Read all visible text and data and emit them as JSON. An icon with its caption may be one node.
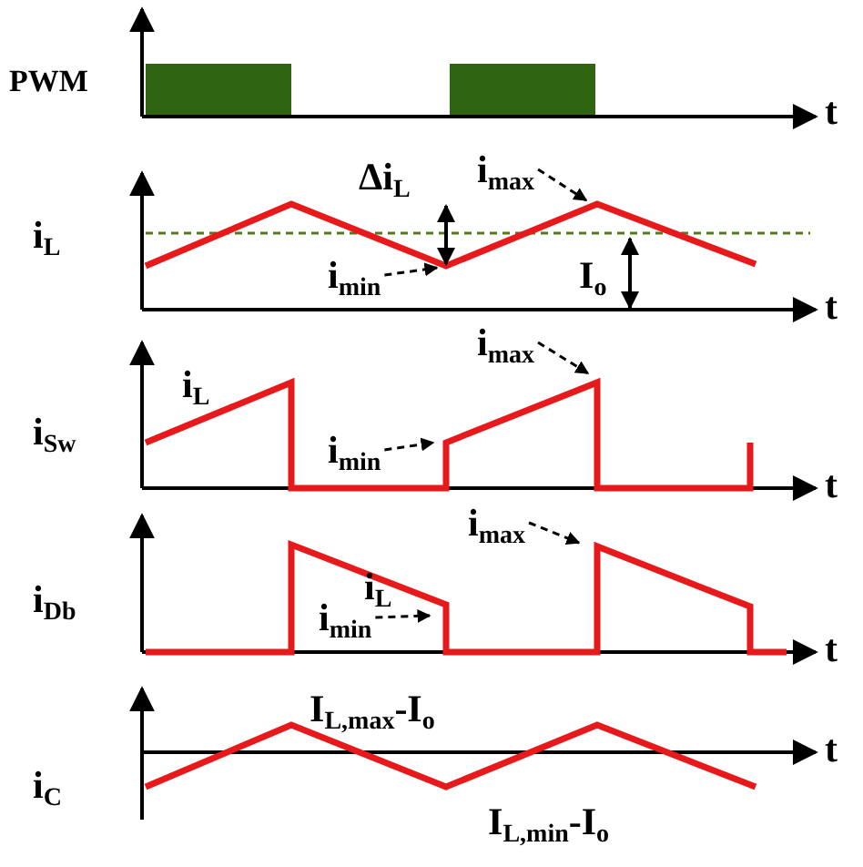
{
  "diagram": {
    "nodes": [
      {
        "text": [
          "i$_{max}$"
        ]
      },
      {
        "text": [
          "i$_{min}$"
        ]
      },
      {
        "text": [
          "i$_{max}$"
        ]
      },
      {
        "text": [
          "i$_{min}$"
        ]
      },
      {
        "text": [
          "i$_{max}$"
        ]
      },
      {
        "text": [
          "i$_{min}$"
        ]
      }
    ],
    "edges": [
      {
        "from": 0,
        "to": null,
        "arrow": "to",
        "style": "dashed"
      },
      {
        "from": 1,
        "to": null,
        "arrow": "to",
        "style": "dashed"
      },
      {
        "from": 2,
        "to": null,
        "arrow": "to",
        "style": "dashed"
      },
      {
        "from": 3,
        "to": null,
        "arrow": "to",
        "style": "dashed"
      },
      {
        "from": 4,
        "to": null,
        "arrow": "to",
        "style": "dashed"
      },
      {
        "from": 5,
        "to": null,
        "arrow": "to",
        "style": "dashed"
      }
    ],
    "labels": [
      "PWM",
      "t",
      "Δi$_{L}$",
      "i$_{L}$",
      "I$_{o}$",
      "t",
      "i$_{L}$",
      "i$_{Sw}$",
      "t",
      "i$_{L}$",
      "i$_{Db}$",
      "t",
      "I$_{L,max}$-I$_{o}$",
      "i$_{C}$",
      "t",
      "I$_{L,min}$-I$_{o}$"
    ]
  }
}
